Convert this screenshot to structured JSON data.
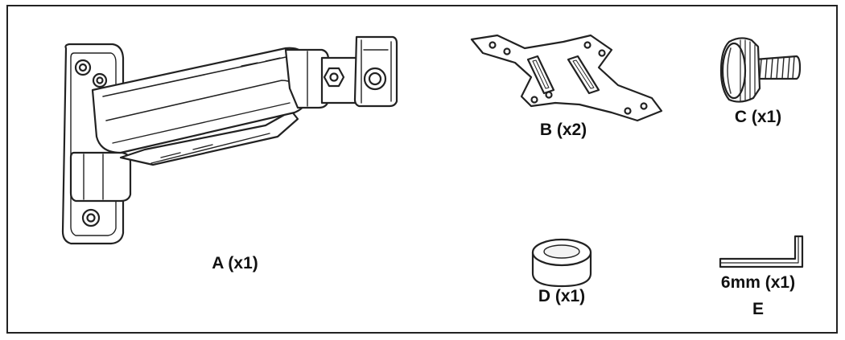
{
  "parts": {
    "a": {
      "label": "A (x1)"
    },
    "b": {
      "label": "B (x2)"
    },
    "c": {
      "label": "C (x1)"
    },
    "d": {
      "label": "D (x1)"
    },
    "e": {
      "size_label": "6mm (x1)",
      "label": "E"
    }
  },
  "colors": {
    "stroke": "#222222",
    "fill": "#ffffff",
    "shade": "#eeeeee"
  }
}
